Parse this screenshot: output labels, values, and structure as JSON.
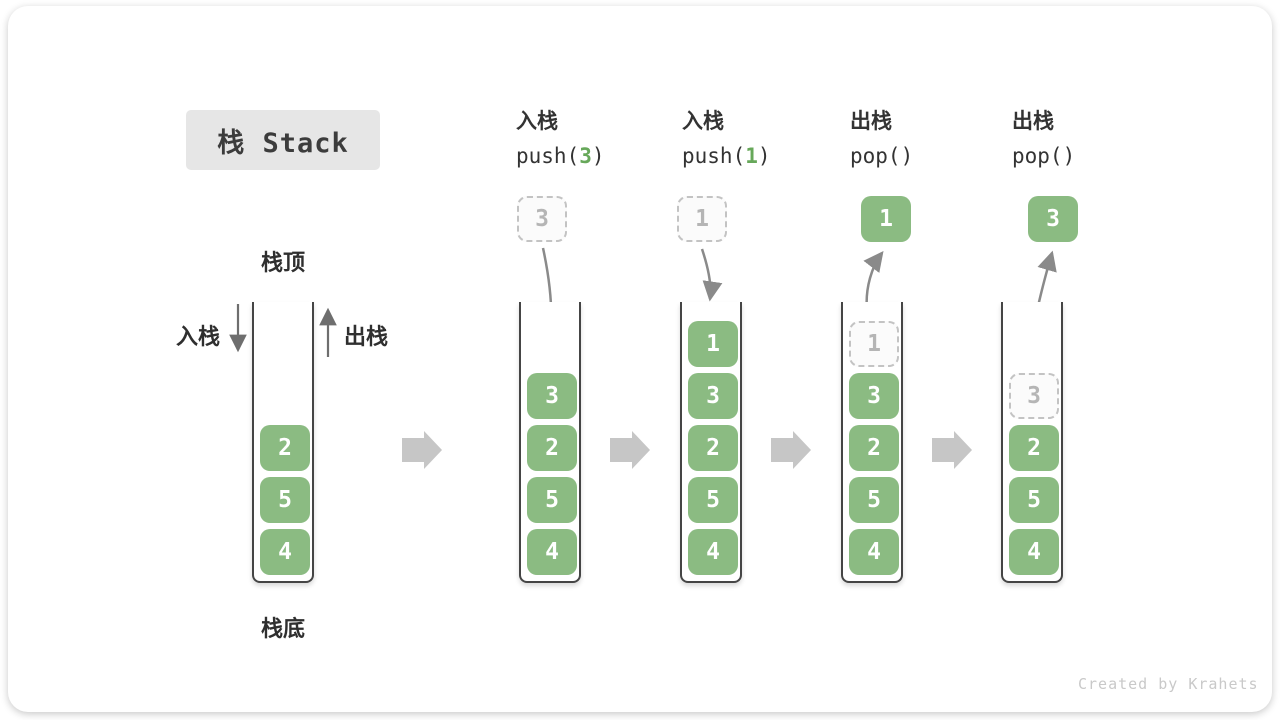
{
  "title": "栈 Stack",
  "side_labels": {
    "stack_top": "栈顶",
    "stack_bottom": "栈底",
    "push": "入栈",
    "pop": "出栈"
  },
  "operations": [
    {
      "name": "入栈",
      "code_pre": "push(",
      "code_arg": "3",
      "code_post": ")"
    },
    {
      "name": "入栈",
      "code_pre": "push(",
      "code_arg": "1",
      "code_post": ")"
    },
    {
      "name": "出栈",
      "code_pre": "pop(",
      "code_arg": "",
      "code_post": ")"
    },
    {
      "name": "出栈",
      "code_pre": "pop(",
      "code_arg": "",
      "code_post": ")"
    }
  ],
  "stacks": [
    {
      "name": "initial-stack",
      "cells": [
        {
          "value": "2"
        },
        {
          "value": "5"
        },
        {
          "value": "4"
        }
      ]
    },
    {
      "name": "after-push-3",
      "floating": {
        "value": "3",
        "style": "dashed"
      },
      "cells": [
        {
          "value": "3"
        },
        {
          "value": "2"
        },
        {
          "value": "5"
        },
        {
          "value": "4"
        }
      ]
    },
    {
      "name": "after-push-1",
      "floating": {
        "value": "1",
        "style": "dashed"
      },
      "cells": [
        {
          "value": "1"
        },
        {
          "value": "3"
        },
        {
          "value": "2"
        },
        {
          "value": "5"
        },
        {
          "value": "4"
        }
      ]
    },
    {
      "name": "first-pop",
      "floating": {
        "value": "1",
        "style": "solid"
      },
      "cells": [
        {
          "value": "1",
          "style": "dashed"
        },
        {
          "value": "3"
        },
        {
          "value": "2"
        },
        {
          "value": "5"
        },
        {
          "value": "4"
        }
      ]
    },
    {
      "name": "second-pop",
      "floating": {
        "value": "3",
        "style": "solid"
      },
      "cells": [
        {
          "value": "3",
          "style": "dashed"
        },
        {
          "value": "2"
        },
        {
          "value": "5"
        },
        {
          "value": "4"
        }
      ]
    }
  ],
  "watermark": "Created by Krahets",
  "colors": {
    "cell_green": "#8bbb82",
    "code_number_green": "#67a85a",
    "title_box_bg": "#e6e6e6",
    "curved_arrow_gray": "#8a8a8a",
    "vertical_arrow_gray": "#6e6e6e",
    "block_arrow_gray": "#c6c6c6",
    "dashed_border_gray": "#c3c3c3",
    "stack_wall_dark": "#454545",
    "text_dark": "#333333",
    "watermark_gray": "#c9c9c9"
  }
}
